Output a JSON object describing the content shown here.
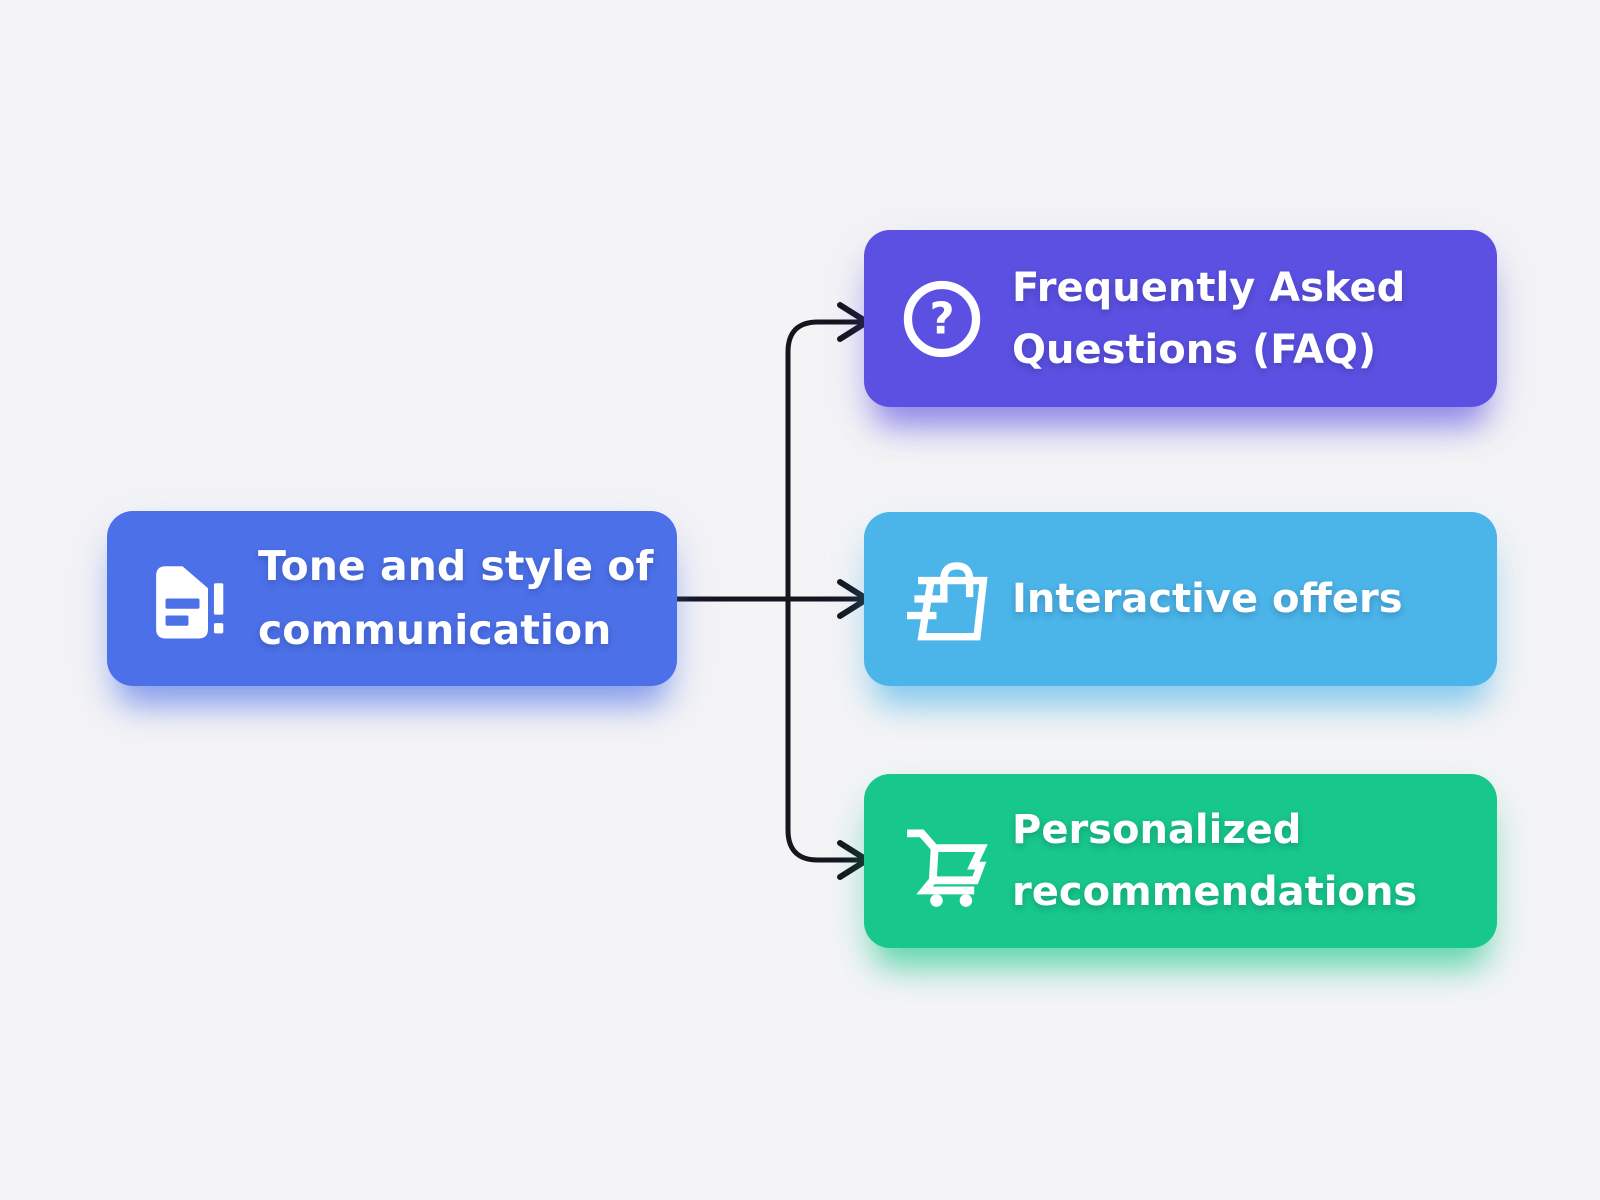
{
  "diagram": {
    "background": "#f4f4f6",
    "connector_color": "#15151e",
    "nodes": {
      "root": {
        "label": "Tone and style of\ncommunication",
        "color": "#4c70e8",
        "icon": "document-alert-icon"
      },
      "children": [
        {
          "label": "Frequently Asked\nQuestions (FAQ)",
          "color": "#5b50e1",
          "icon": "question-circle-icon"
        },
        {
          "label": "Interactive offers",
          "color": "#4bb4e8",
          "icon": "fast-shopping-bag-icon"
        },
        {
          "label": "Personalized\nrecommendations",
          "color": "#17c78b",
          "icon": "shopping-cart-icon"
        }
      ]
    },
    "question_mark_glyph": "?"
  }
}
